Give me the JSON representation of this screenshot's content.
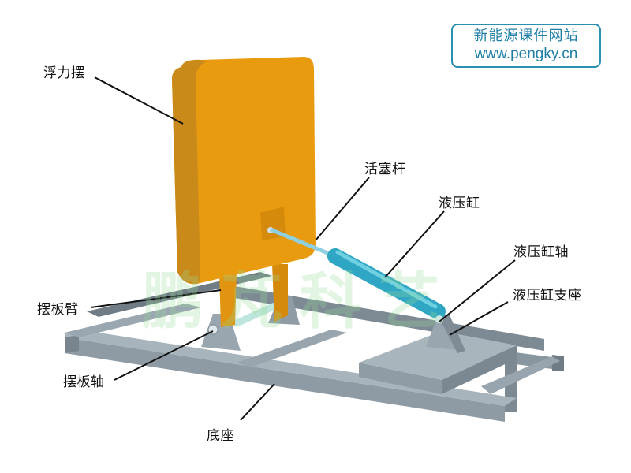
{
  "brand": {
    "line1": "新能源课件网站",
    "line2": "www.pengky.cn",
    "color": "#1f7fa6"
  },
  "watermark": {
    "text": "鹏芃科艺"
  },
  "labels": {
    "float_pendulum": "浮力摆",
    "piston_rod": "活塞杆",
    "hydraulic_cylinder": "液压缸",
    "cylinder_shaft": "液压缸轴",
    "cylinder_support": "液压缸支座",
    "pendulum_arm": "摆板臂",
    "pendulum_shaft": "摆板轴",
    "base": "底座"
  },
  "colors": {
    "pendulum": "#e99b10",
    "cylinder": "#3ab4cc",
    "frame": "#8c9aa6"
  }
}
